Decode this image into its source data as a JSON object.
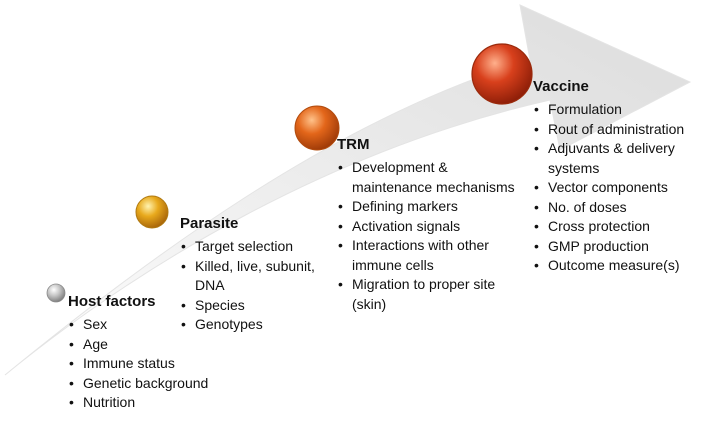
{
  "stages": [
    {
      "title": "Host factors",
      "color": "#b8b8b8",
      "items": [
        "Sex",
        "Age",
        "Immune status",
        "Genetic background",
        "Nutrition"
      ]
    },
    {
      "title": "Parasite",
      "color": "#e0a31a",
      "items": [
        "Target selection",
        "Killed, live, subunit, DNA",
        "Species",
        "Genotypes"
      ]
    },
    {
      "title": "TRM",
      "color": "#e0661c",
      "items": [
        "Development & maintenance mechanisms",
        "Defining markers",
        "Activation signals",
        "Interactions with other immune cells",
        "Migration to proper site (skin)"
      ]
    },
    {
      "title": "Vaccine",
      "color": "#d63a1a",
      "items": [
        "Formulation",
        "Rout of administration",
        "Adjuvants & delivery systems",
        "Vector components",
        "No. of doses",
        "Cross protection",
        "GMP production",
        "Outcome measure(s)"
      ]
    }
  ]
}
